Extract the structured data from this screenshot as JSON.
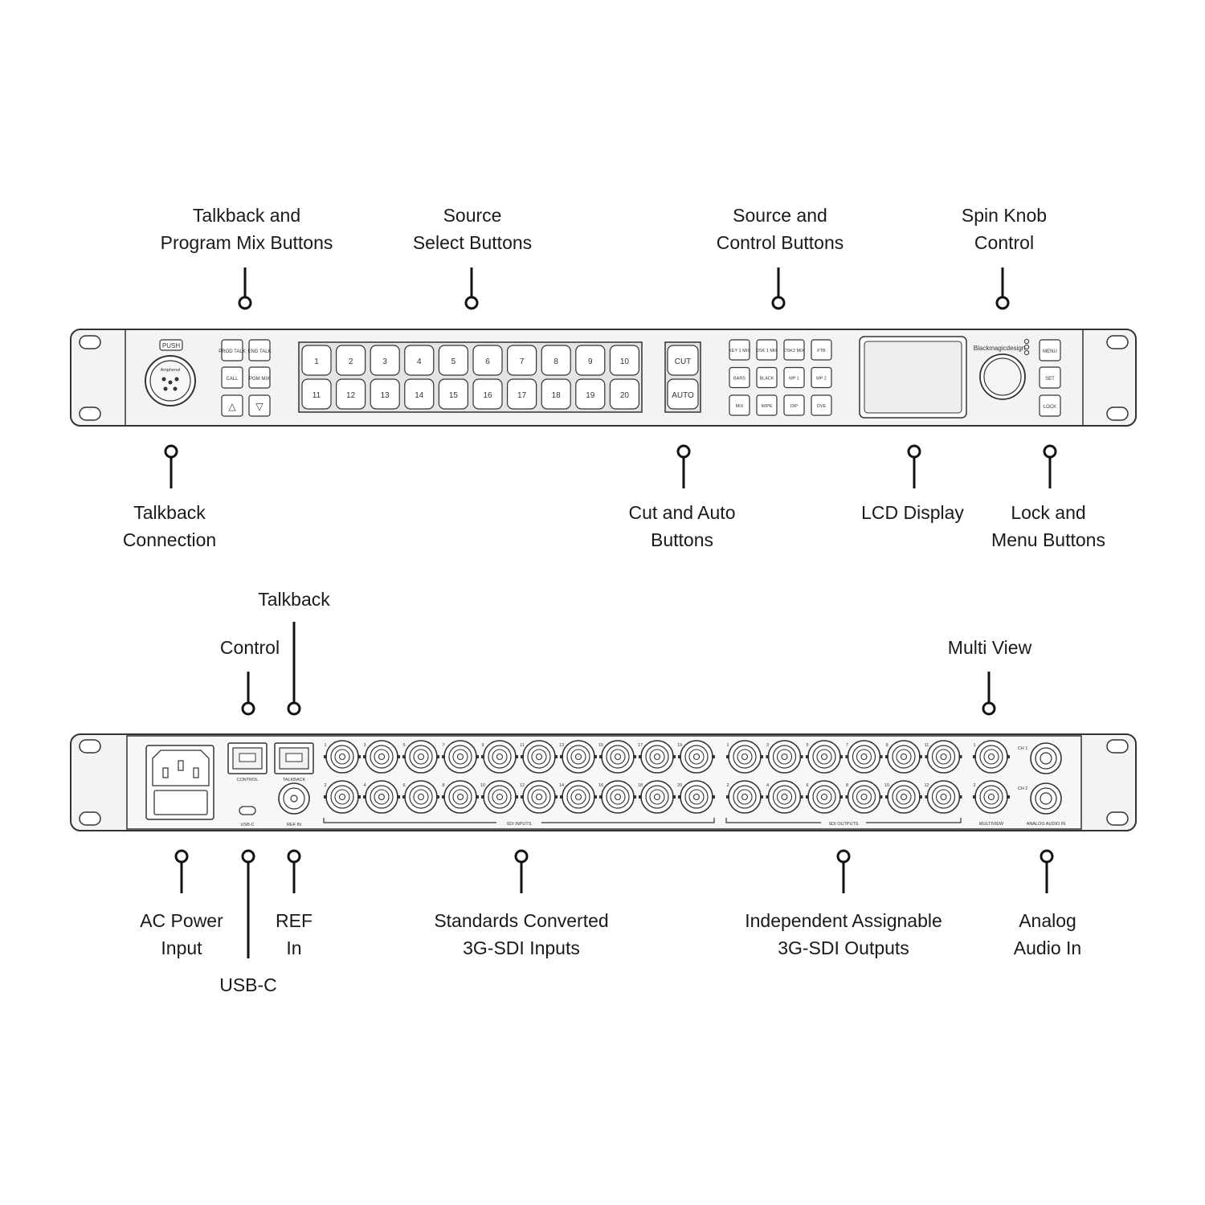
{
  "front_callouts_top": [
    {
      "line1": "Talkback and",
      "line2": "Program Mix Buttons"
    },
    {
      "line1": "Source",
      "line2": "Select Buttons"
    },
    {
      "line1": "Source and",
      "line2": "Control  Buttons"
    },
    {
      "line1": "Spin Knob",
      "line2": "Control"
    }
  ],
  "front_callouts_bottom": [
    {
      "line1": "Talkback",
      "line2": "Connection"
    },
    {
      "line1": "Cut and Auto",
      "line2": "Buttons"
    },
    {
      "line1": "LCD Display",
      "line2": ""
    },
    {
      "line1": "Lock and",
      "line2": "Menu Buttons"
    }
  ],
  "rear_callouts_top": {
    "talkback": "Talkback",
    "control": "Control",
    "multiview": "Multi View"
  },
  "rear_callouts_bottom": [
    {
      "line1": "AC Power",
      "line2": "Input"
    },
    {
      "line1": "REF",
      "line2": "In"
    },
    {
      "line1": "Standards Converted",
      "line2": "3G-SDI Inputs"
    },
    {
      "line1": "Independent Assignable",
      "line2": "3G-SDI Outputs"
    },
    {
      "line1": "Analog",
      "line2": "Audio In"
    }
  ],
  "rear_usb_label": "USB-C",
  "front_panel": {
    "xlr_push": "PUSH",
    "xlr_brand": "Amphenol",
    "talk_buttons": [
      "PROD TALK",
      "ENG TALK",
      "CALL",
      "PGM MIX"
    ],
    "arrow_up": "△",
    "arrow_down": "▽",
    "source_row1": [
      "1",
      "2",
      "3",
      "4",
      "5",
      "6",
      "7",
      "8",
      "9",
      "10"
    ],
    "source_row2": [
      "11",
      "12",
      "13",
      "14",
      "15",
      "16",
      "17",
      "18",
      "19",
      "20"
    ],
    "cut": "CUT",
    "auto": "AUTO",
    "control_buttons": [
      "KEY 1 MIX",
      "DSK 1 MIX",
      "DSK2 MIX",
      "FTB",
      "BARS",
      "BLACK",
      "MP 1",
      "MP 2",
      "MIX",
      "WIPE",
      "DIP",
      "DVE"
    ],
    "brand": "Blackmagicdesign",
    "menu_buttons": [
      "MENU",
      "SET",
      "LOCK"
    ]
  },
  "rear_panel": {
    "control_label": "CONTROL",
    "talkback_label": "TALKBACK",
    "usb_label": "USB-C",
    "ref_label": "REF IN",
    "sdi_in_top": [
      "1",
      "3",
      "5",
      "7",
      "9",
      "11",
      "13",
      "15",
      "17",
      "19"
    ],
    "sdi_in_bottom": [
      "2",
      "4",
      "6",
      "8",
      "10",
      "12",
      "14",
      "16",
      "18",
      "20"
    ],
    "sdi_out_top": [
      "1",
      "3",
      "5",
      "7",
      "9",
      "11"
    ],
    "sdi_out_bottom": [
      "2",
      "4",
      "6",
      "8",
      "10",
      "12"
    ],
    "multiview_numbers": [
      "1",
      "2"
    ],
    "sdi_inputs_label": "SDI INPUTS",
    "sdi_outputs_label": "SDI OUTPUTS",
    "multiview_label": "MULTIVIEW",
    "audio_channels": [
      "CH 1",
      "CH 2"
    ],
    "analog_audio_label": "ANALOG AUDIO IN"
  }
}
